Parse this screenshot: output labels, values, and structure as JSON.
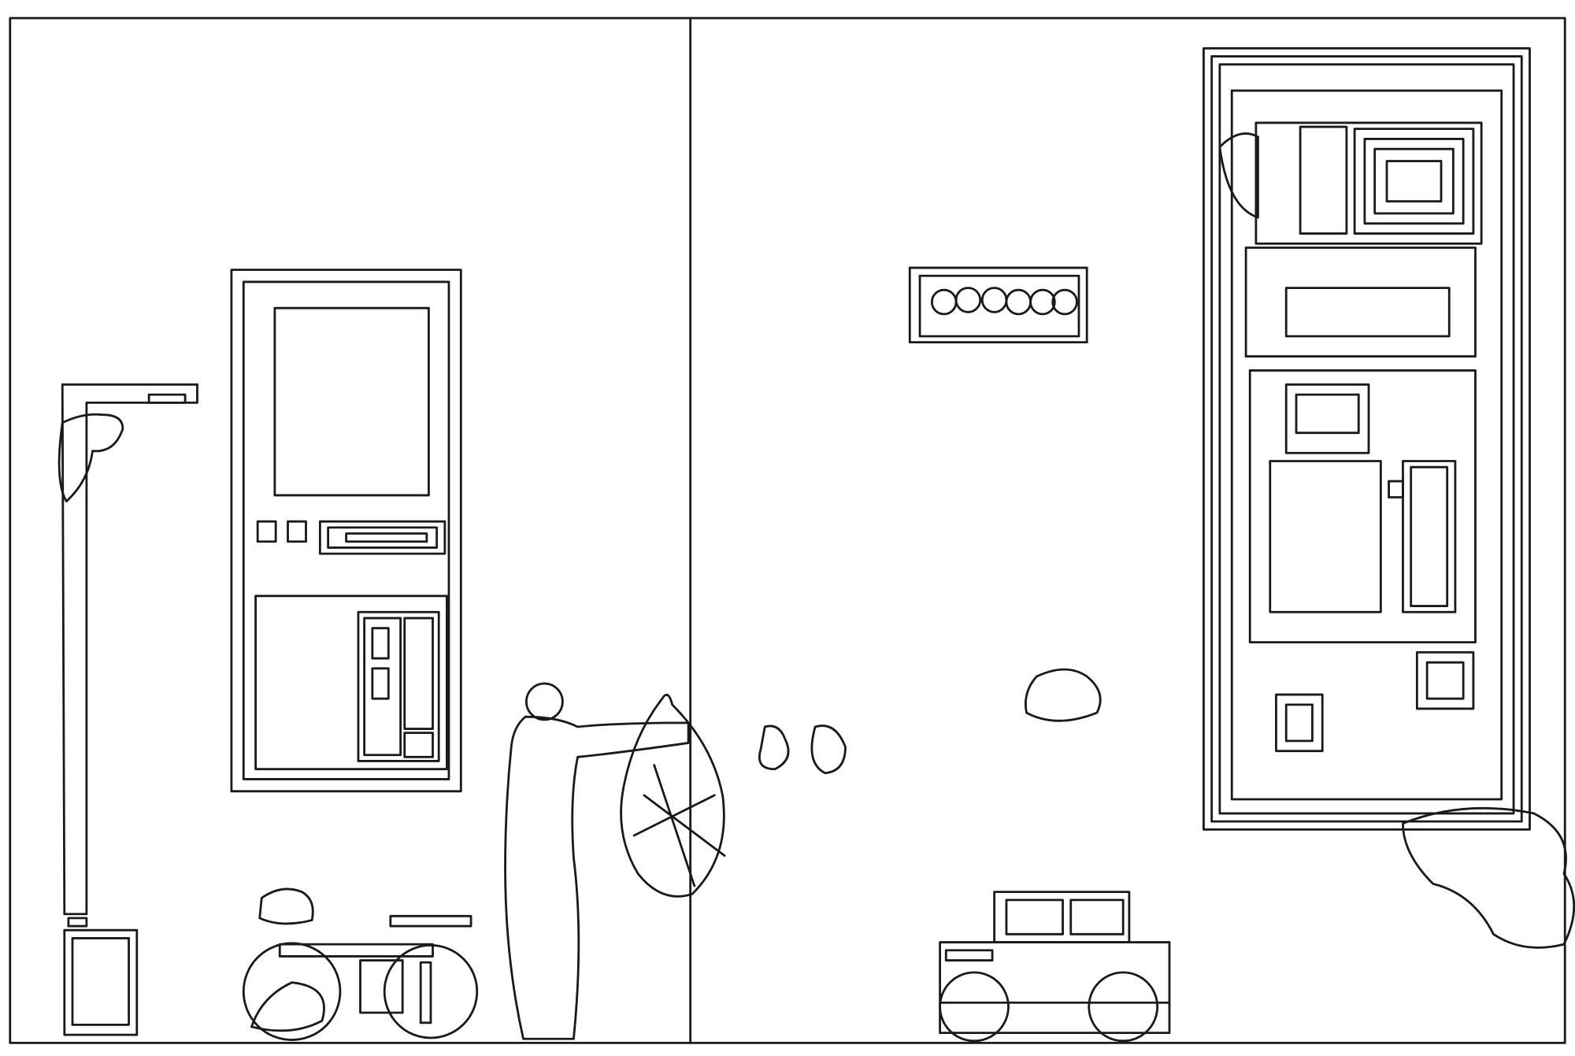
{
  "drawing": {
    "ink_color": "#1a1a1a",
    "paper_color": "#ffffff",
    "elements": [
      "wall-divider-line",
      "left-door-panel",
      "street-lamp-post",
      "bicycle",
      "standing-figure",
      "mesh-bag-of-creatures",
      "wall-portrait-of-heads",
      "car",
      "right-door-panel",
      "floating-blob-creatures"
    ]
  }
}
